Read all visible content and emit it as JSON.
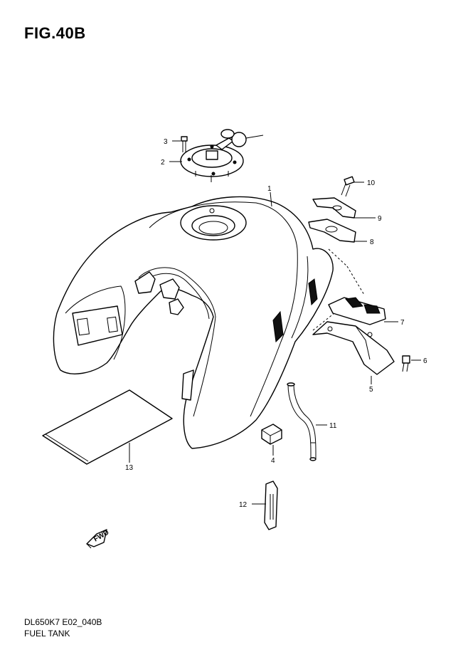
{
  "figure": {
    "title": "FIG.40B"
  },
  "footer": {
    "model_code": "DL650K7 E02_040B",
    "section_name": "FUEL TANK"
  },
  "fwd_badge": {
    "text": "FWD"
  },
  "callouts": [
    {
      "number": "1"
    },
    {
      "number": "2"
    },
    {
      "number": "3"
    },
    {
      "number": "4"
    },
    {
      "number": "5"
    },
    {
      "number": "6"
    },
    {
      "number": "7"
    },
    {
      "number": "8"
    },
    {
      "number": "9"
    },
    {
      "number": "10"
    },
    {
      "number": "11"
    },
    {
      "number": "12"
    },
    {
      "number": "13"
    }
  ]
}
